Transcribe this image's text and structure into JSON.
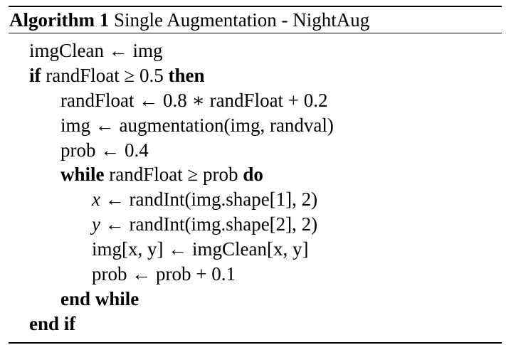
{
  "algorithm": {
    "label": "Algorithm 1",
    "title": "Single Augmentation - NightAug"
  },
  "lines": [
    {
      "text": "imgClean ← img"
    },
    {
      "kw1": "if",
      "text": "randFloat ≥ 0.5",
      "kw2": "then"
    },
    {
      "text": "randFloat ← 0.8 ∗ randFloat + 0.2"
    },
    {
      "text": "img ← augmentation(img, randval)"
    },
    {
      "text": "prob ← 0.4"
    },
    {
      "kw1": "while",
      "text": "randFloat ≥ prob",
      "kw2": "do"
    },
    {
      "var": "x",
      "text": "← randInt(img.shape[1], 2)"
    },
    {
      "var": "y",
      "text": "← randInt(img.shape[2], 2)"
    },
    {
      "text": "img[x, y] ← imgClean[x, y]"
    },
    {
      "text": "prob ← prob + 0.1"
    },
    {
      "kw1": "end while"
    },
    {
      "kw1": "end if"
    }
  ]
}
